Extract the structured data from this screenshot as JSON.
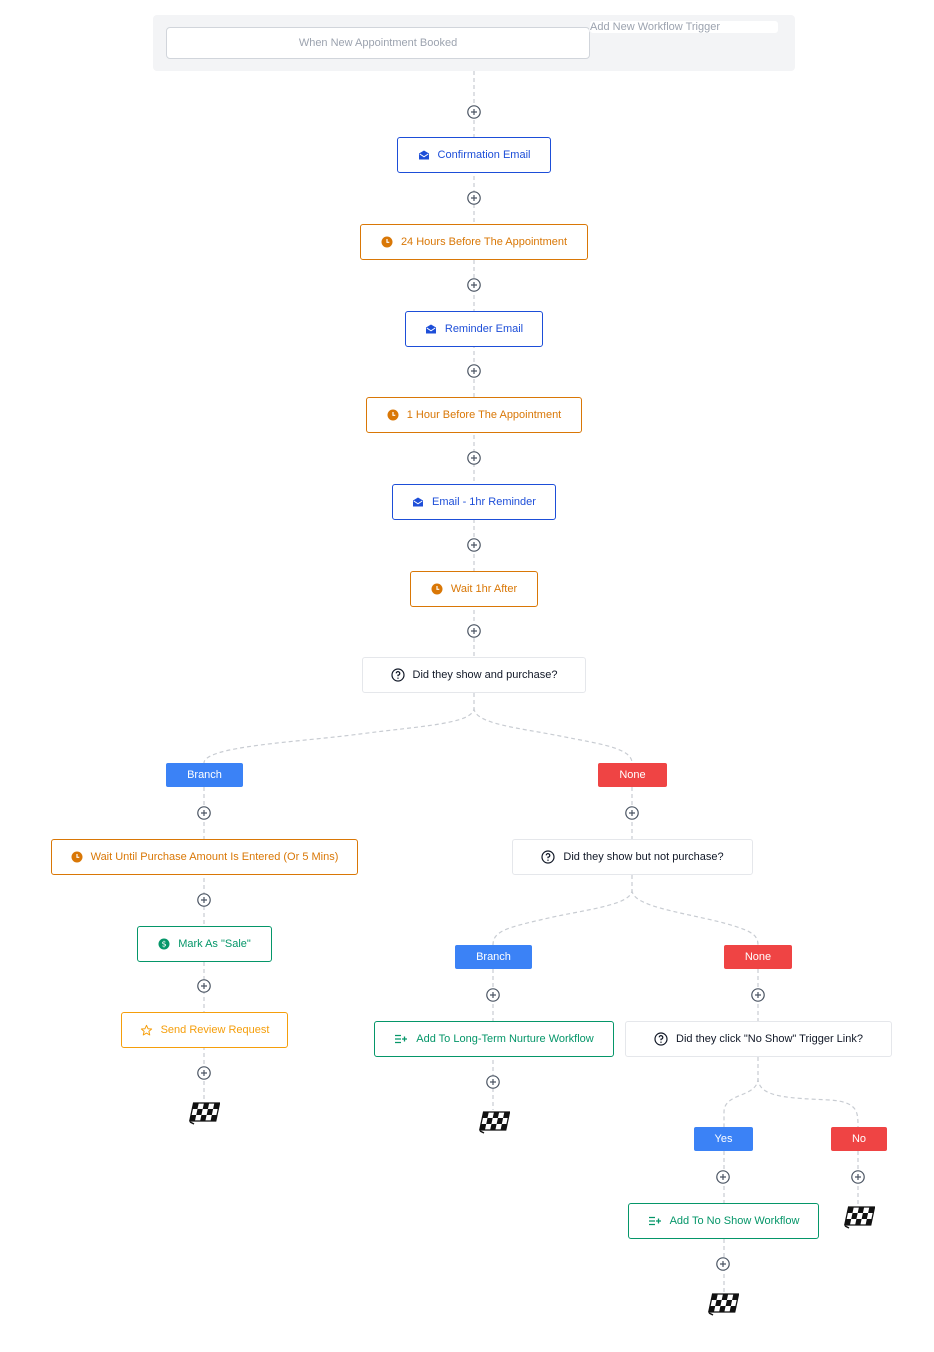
{
  "triggers": {
    "main": "When New Appointment Booked",
    "add": "Add New Workflow Trigger"
  },
  "nodes": {
    "confirmation_email": "Confirmation Email",
    "wait_24h": "24 Hours Before The Appointment",
    "reminder_email": "Reminder Email",
    "wait_1h": "1 Hour Before The Appointment",
    "email_1hr": "Email - 1hr Reminder",
    "wait_1hr_after": "Wait 1hr After",
    "cond_show_purchase": "Did they show and purchase?",
    "wait_purchase": "Wait Until Purchase Amount Is Entered (Or 5 Mins)",
    "mark_sale": "Mark As \"Sale\"",
    "review_request": "Send Review Request",
    "cond_show_no_purchase": "Did they show but not purchase?",
    "nurture_workflow": "Add To Long-Term Nurture Workflow",
    "cond_no_show_link": "Did they click \"No Show\" Trigger Link?",
    "no_show_workflow": "Add To No Show Workflow"
  },
  "branches": {
    "branch": "Branch",
    "none": "None",
    "yes": "Yes",
    "no": "No"
  },
  "icons": {
    "email": "envelope-icon",
    "wait": "clock-icon",
    "condition": "question-circle-icon",
    "sale": "dollar-icon",
    "review": "star-icon",
    "workflow": "list-plus-icon",
    "end": "finish-flag-icon",
    "add": "plus-circle-icon"
  },
  "colors": {
    "email": "#1d4ed8",
    "wait": "#d97706",
    "action_green": "#059669",
    "review": "#f59e0b",
    "branch_blue": "#3b82f6",
    "none_red": "#ef4444",
    "connector": "#c8ccd2",
    "add_button": "#4b5563"
  }
}
